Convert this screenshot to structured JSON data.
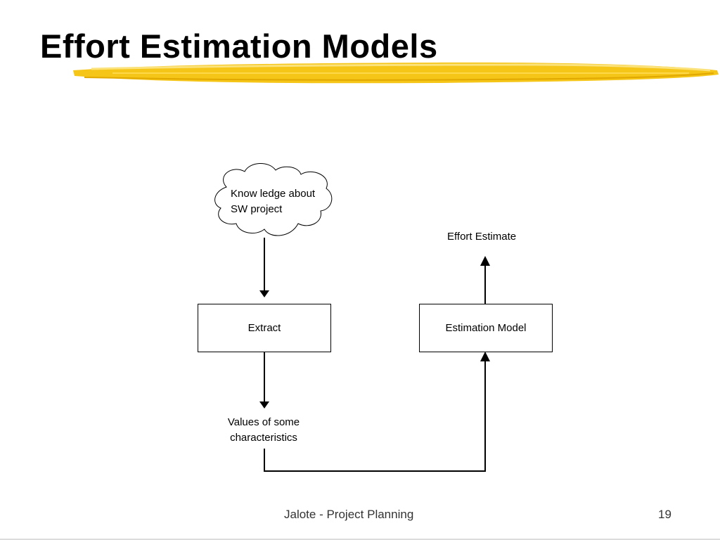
{
  "slide": {
    "title": "Effort Estimation Models"
  },
  "diagram": {
    "knowledge_line1": "Know ledge about",
    "knowledge_line2": "SW project",
    "effort_estimate": "Effort Estimate",
    "extract": "Extract",
    "estimation_model": "Estimation Model",
    "values_line1": "Values of some",
    "values_line2": "characteristics"
  },
  "footer": {
    "text": "Jalote - Project Planning",
    "page_number": "19"
  },
  "colors": {
    "underline_yellow": "#f5c518",
    "underline_light": "#fbe27a"
  }
}
